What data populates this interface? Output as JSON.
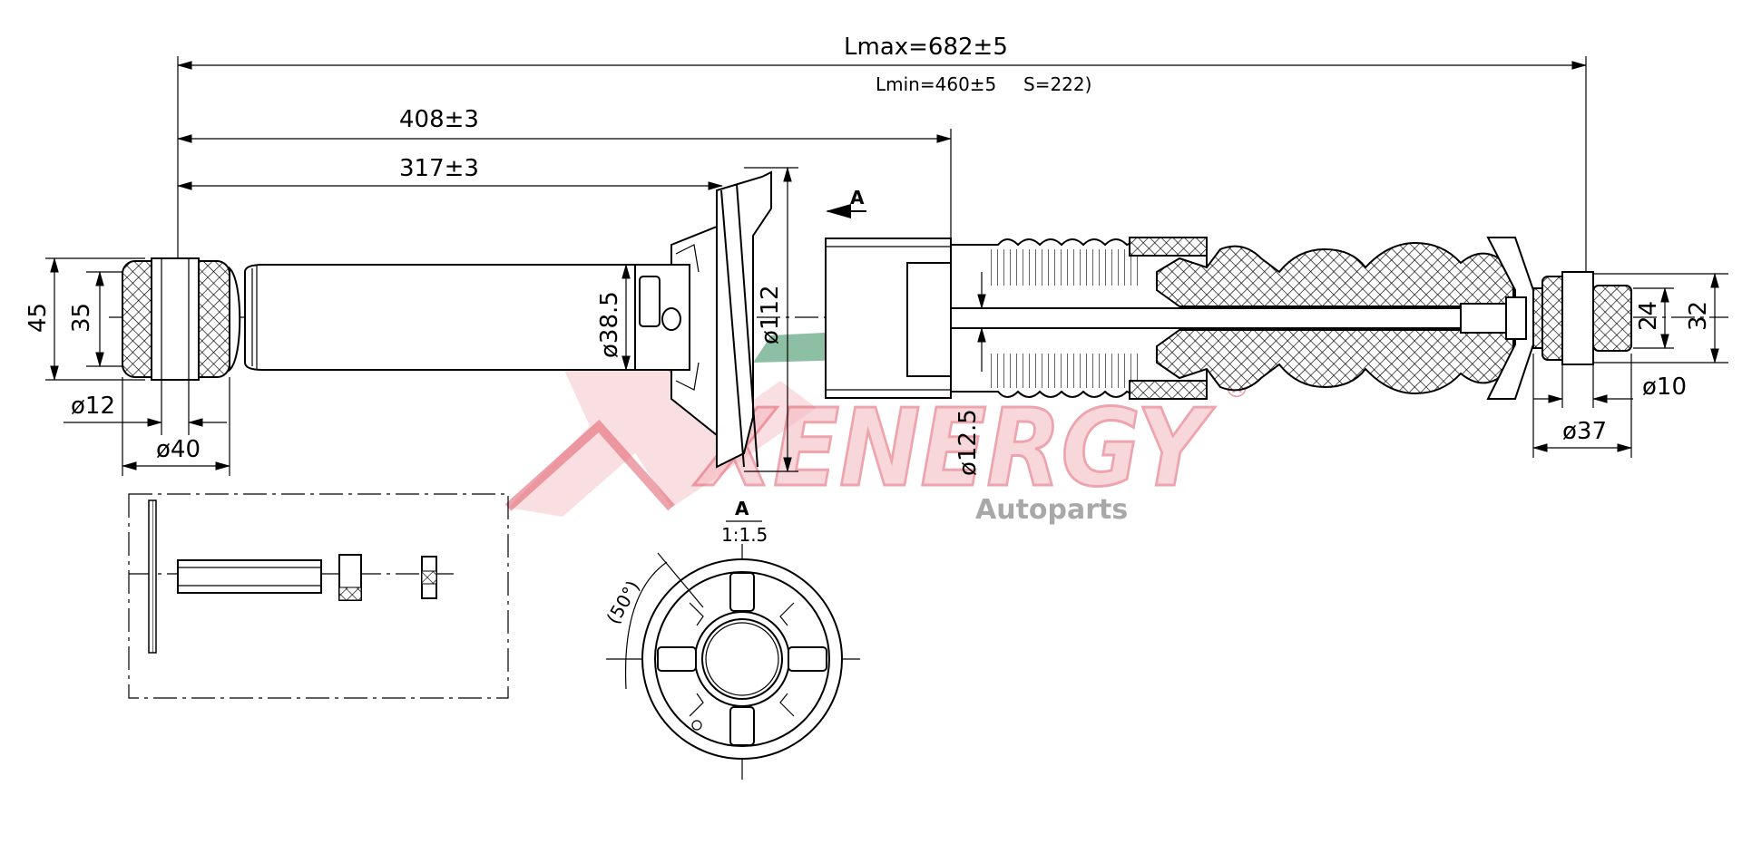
{
  "dimensions": {
    "lmax": "Lmax=682±5",
    "lmin": "Lmin=460±5",
    "stroke": "S=222)",
    "d408": "408±3",
    "d317": "317±3",
    "h45": "45",
    "h35": "35",
    "d12": "ø12",
    "d40": "ø40",
    "d38_5": "ø38.5",
    "d112": "ø112",
    "d12_5": "ø12.5",
    "h24": "24",
    "h32": "32",
    "d10": "ø10",
    "d37": "ø37"
  },
  "view_a": {
    "arrow_label": "A",
    "title": "A",
    "scale": "1:1.5",
    "angle": "(50°)"
  },
  "watermark": {
    "brand": "XENERGY",
    "registered": "®",
    "sub": "Autoparts",
    "colors": {
      "red": "#e05a6a",
      "green": "#2e8b57",
      "gray": "#9a9a9a"
    }
  }
}
